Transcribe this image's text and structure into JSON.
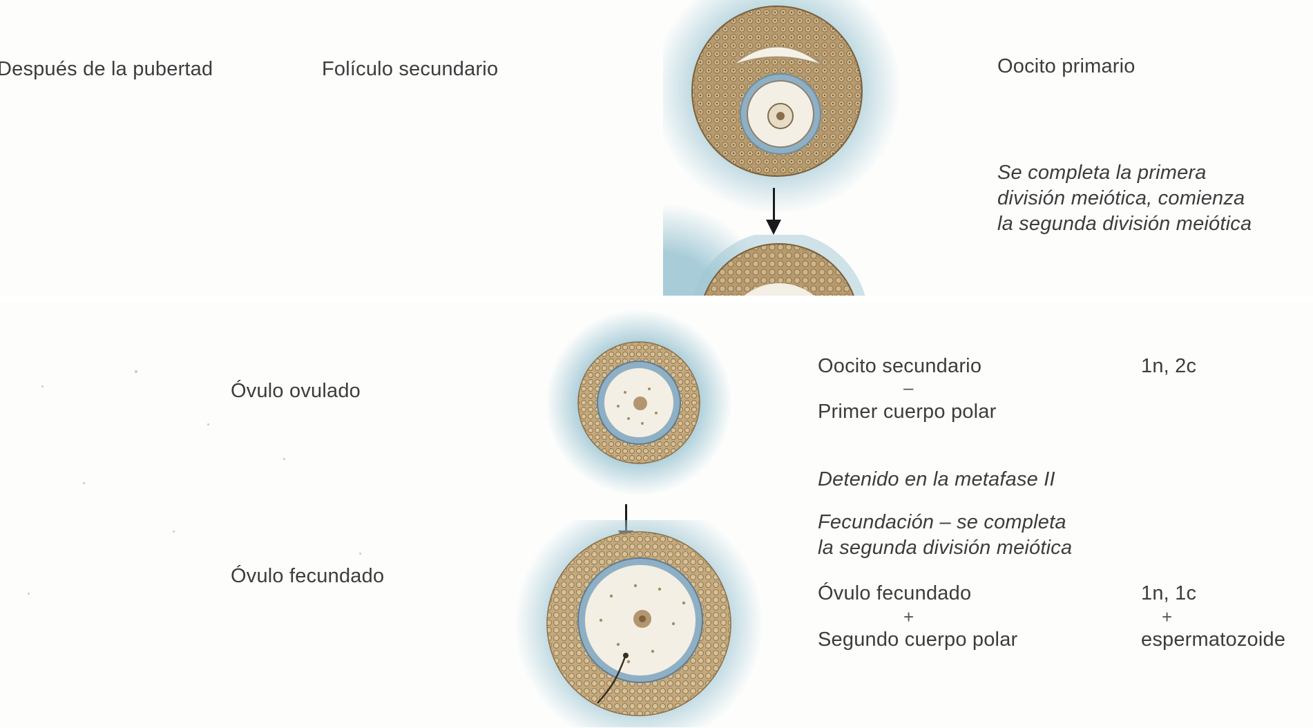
{
  "top_panel": {
    "stage_label": "Después de la pubertad",
    "structure_label": "Folículo secundario",
    "cell_label": "Oocito primario",
    "event_text": "Se completa la primera\ndivisión meiótica, comienza\nla segunda división meiótica",
    "arrow_icon": "down-arrow"
  },
  "bottom_panel": {
    "ovulated_label": "Óvulo ovulado",
    "fertilized_label": "Óvulo fecundado",
    "secondary_oocyte": "Oocito secundario",
    "dash": "–",
    "first_polar_body": "Primer cuerpo polar",
    "ploidy_1": "1n, 2c",
    "arrest_text": "Detenido en la metafase II",
    "fertilization_text": "Fecundación – se completa\nla segunda división meiótica",
    "fertilized_ovum": "Óvulo fecundado",
    "plus": "+",
    "second_polar_body": "Segundo cuerpo polar",
    "ploidy_2": "1n, 1c",
    "plus_2": "+",
    "sperm": "espermatozoide",
    "arrow_icon": "down-arrow"
  },
  "colors": {
    "granulosa": "#b79a6e",
    "halo": "#9fc7d4",
    "zona": "#8fb0c4",
    "cytoplasm": "#f4efe4",
    "arrow": "#1a1a1a"
  }
}
